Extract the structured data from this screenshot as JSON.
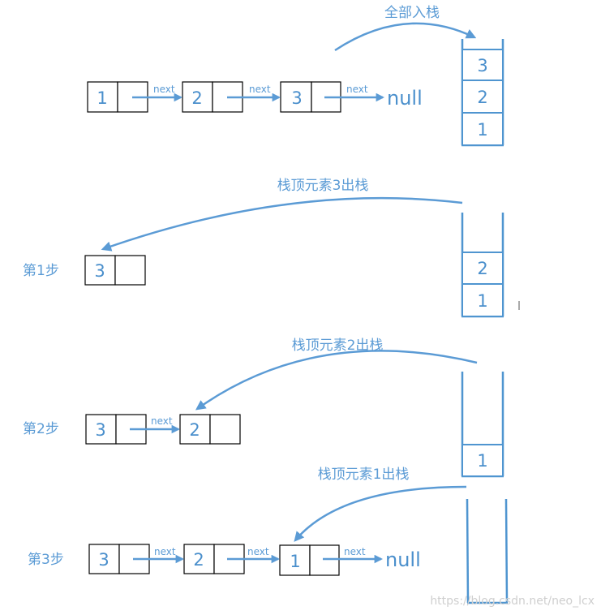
{
  "colors": {
    "accent": "#5b9bd5",
    "stack_border": "#4f95d0",
    "node_border": "#000000"
  },
  "arrow_label": "next",
  "null_label": "null",
  "top": {
    "caption": "全部入栈",
    "list": [
      "1",
      "2",
      "3"
    ],
    "stack": [
      "3",
      "2",
      "1"
    ]
  },
  "step1": {
    "label": "第1步",
    "caption": "栈顶元素3出栈",
    "list": [
      "3"
    ],
    "stack": [
      "2",
      "1"
    ]
  },
  "step2": {
    "label": "第2步",
    "caption": "栈顶元素2出栈",
    "list": [
      "3",
      "2"
    ],
    "stack": [
      "1"
    ]
  },
  "step3": {
    "label": "第3步",
    "caption": "栈顶元素1出栈",
    "list": [
      "3",
      "2",
      "1"
    ],
    "stack": []
  },
  "watermark": "https://blog.csdn.net/neo_lcx"
}
